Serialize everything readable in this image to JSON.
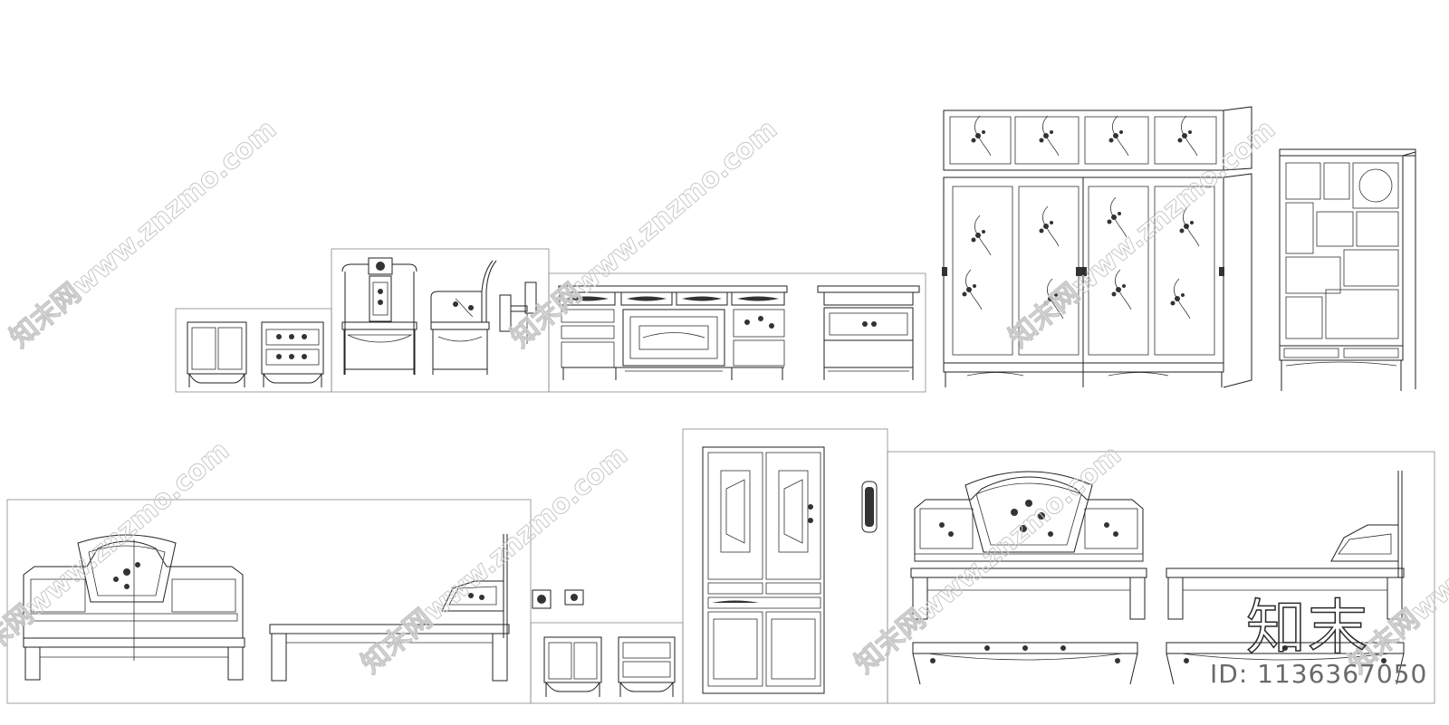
{
  "watermark": {
    "text": "知末网www.znzmo.com",
    "color": "#c8c8c8"
  },
  "brand": {
    "logo_text": "知末",
    "id_label": "ID: 1136367050"
  },
  "drawing": {
    "line_color": "#222222",
    "frame_color": "#888888",
    "background": "#ffffff",
    "content": "furniture-elevations"
  }
}
